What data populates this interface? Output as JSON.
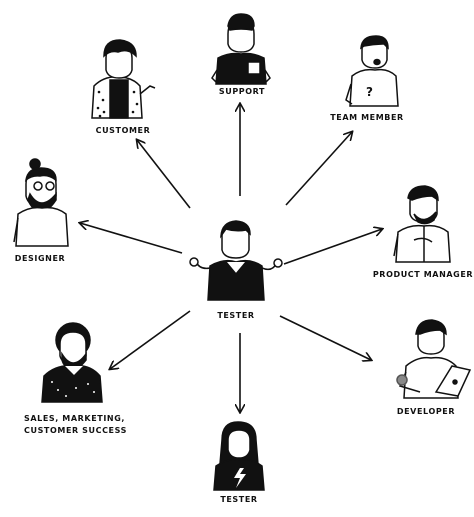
{
  "diagram": {
    "center": {
      "label": "TESTER",
      "icon": "tester-person-icon"
    },
    "roles": [
      {
        "id": "customer",
        "label": "CUSTOMER",
        "icon": "customer-person-icon"
      },
      {
        "id": "support",
        "label": "SUPPORT",
        "icon": "support-person-icon"
      },
      {
        "id": "team-member",
        "label": "TEAM MEMBER",
        "icon": "team-member-person-icon"
      },
      {
        "id": "designer",
        "label": "DESIGNER",
        "icon": "designer-person-icon"
      },
      {
        "id": "product-manager",
        "label": "PRODUCT MANAGER",
        "icon": "product-manager-person-icon"
      },
      {
        "id": "sales",
        "label": "SALES, MARKETING,\nCUSTOMER SUCCESS",
        "icon": "sales-person-icon"
      },
      {
        "id": "developer",
        "label": "DEVELOPER",
        "icon": "developer-person-icon"
      },
      {
        "id": "tester",
        "label": "TESTER",
        "icon": "tester-woman-icon"
      }
    ],
    "colors": {
      "ink": "#111111",
      "background": "#ffffff"
    }
  }
}
